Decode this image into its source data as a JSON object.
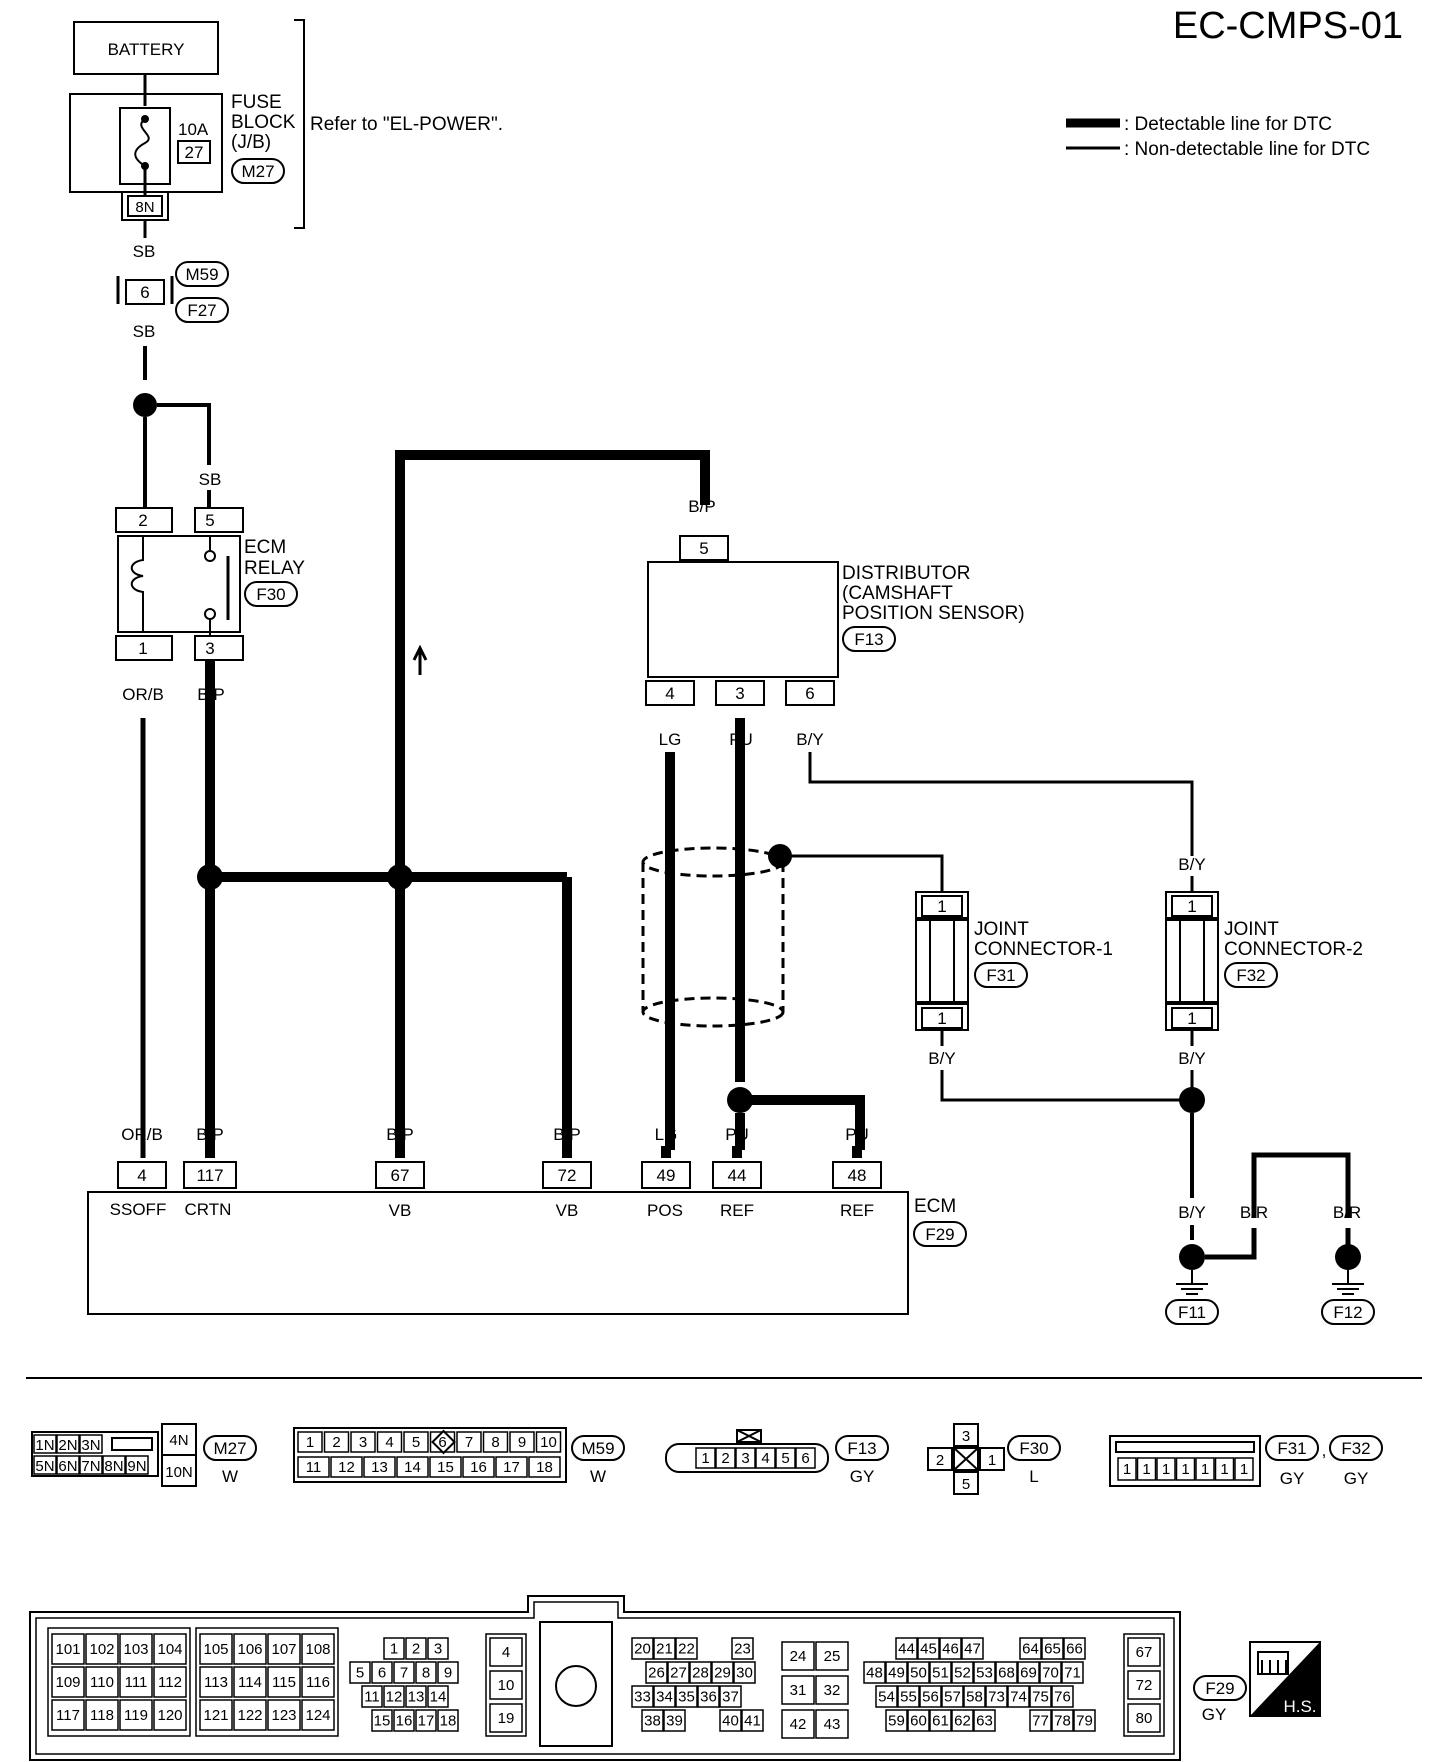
{
  "page_code": "EC-CMPS-01",
  "legend": {
    "detectable": ": Detectable line for DTC",
    "non_detectable": ": Non-detectable line for DTC"
  },
  "battery": "BATTERY",
  "fuse": {
    "line1": "FUSE",
    "line2": "BLOCK",
    "line3": "(J/B)",
    "conn": "M27",
    "amp": "10A",
    "num": "27",
    "pin": "8N",
    "refer": "Refer to \"EL-POWER\"."
  },
  "mid_conn": {
    "top": "M59",
    "bottom": "F27",
    "pin": "6"
  },
  "ecm_relay": {
    "line1": "ECM",
    "line2": "RELAY",
    "conn": "F30",
    "pins": [
      "2",
      "5",
      "1",
      "3"
    ]
  },
  "distributor": {
    "line1": "DISTRIBUTOR",
    "line2": "(CAMSHAFT",
    "line3": "POSITION SENSOR)",
    "conn": "F13",
    "pins": [
      "5",
      "4",
      "3",
      "6"
    ]
  },
  "joint1": {
    "line1": "JOINT",
    "line2": "CONNECTOR-1",
    "conn": "F31",
    "pin": "1"
  },
  "joint2": {
    "line1": "JOINT",
    "line2": "CONNECTOR-2",
    "conn": "F32",
    "pin": "1"
  },
  "wires": {
    "sb": "SB",
    "orb": "OR/B",
    "bp": "B/P",
    "lg": "LG",
    "pu": "PU",
    "by": "B/Y",
    "br": "B/R"
  },
  "ecm": {
    "name": "ECM",
    "conn": "F29",
    "pins": [
      {
        "num": "4",
        "func": "SSOFF"
      },
      {
        "num": "117",
        "func": "CRTN"
      },
      {
        "num": "67",
        "func": "VB"
      },
      {
        "num": "72",
        "func": "VB"
      },
      {
        "num": "49",
        "func": "POS"
      },
      {
        "num": "44",
        "func": "REF"
      },
      {
        "num": "48",
        "func": "REF"
      }
    ]
  },
  "grounds": [
    "F11",
    "F12"
  ],
  "connectors": {
    "m27": {
      "name": "M27",
      "color": "W",
      "row1": [
        "1N",
        "2N",
        "3N"
      ],
      "row2": [
        "5N",
        "6N",
        "7N",
        "8N",
        "9N"
      ],
      "right": [
        "4N",
        "10N"
      ]
    },
    "m59": {
      "name": "M59",
      "color": "W",
      "row1": [
        "1",
        "2",
        "3",
        "4",
        "5",
        "6",
        "7",
        "8",
        "9",
        "10"
      ],
      "row2": [
        "11",
        "12",
        "13",
        "14",
        "15",
        "16",
        "17",
        "18"
      ]
    },
    "f13": {
      "name": "F13",
      "color": "GY",
      "pins": [
        "1",
        "2",
        "3",
        "4",
        "5",
        "6"
      ]
    },
    "f30": {
      "name": "F30",
      "color": "L",
      "pins": [
        "3",
        "2",
        "1",
        "5"
      ]
    },
    "f31f32": {
      "name1": "F31",
      "name2": "F32",
      "sep": ",",
      "color": "GY",
      "pin": "1"
    },
    "f29": {
      "name": "F29",
      "color": "GY",
      "hs": "H.S.",
      "b1": [
        [
          "101",
          "102",
          "103",
          "104"
        ],
        [
          "109",
          "110",
          "111",
          "112"
        ],
        [
          "117",
          "118",
          "119",
          "120"
        ]
      ],
      "b2": [
        [
          "105",
          "106",
          "107",
          "108"
        ],
        [
          "113",
          "114",
          "115",
          "116"
        ],
        [
          "121",
          "122",
          "123",
          "124"
        ]
      ],
      "b3": [
        [
          "1",
          "2",
          "3"
        ],
        [
          "5",
          "6",
          "7",
          "8",
          "9"
        ],
        [
          "11",
          "12",
          "13",
          "14"
        ],
        [
          "15",
          "16",
          "17",
          "18"
        ]
      ],
      "b4": [
        "4",
        "10",
        "19"
      ],
      "b5": [
        [
          "20",
          "21",
          "22",
          "23"
        ],
        [
          "26",
          "27",
          "28",
          "29",
          "30"
        ],
        [
          "33",
          "34",
          "35",
          "36",
          "37"
        ],
        [
          "38",
          "39",
          "40",
          "41"
        ]
      ],
      "b6": [
        [
          "24",
          "25"
        ],
        [
          "31",
          "32"
        ],
        [
          "42",
          "43"
        ]
      ],
      "b7": [
        [
          "44",
          "45",
          "46",
          "47",
          "64",
          "65",
          "66"
        ],
        [
          "48",
          "49",
          "50",
          "51",
          "52",
          "53",
          "68",
          "69",
          "70",
          "71"
        ],
        [
          "54",
          "55",
          "56",
          "57",
          "58",
          "73",
          "74",
          "75",
          "76"
        ],
        [
          "59",
          "60",
          "61",
          "62",
          "63",
          "77",
          "78",
          "79"
        ]
      ],
      "b8": [
        "67",
        "72",
        "80"
      ]
    }
  }
}
